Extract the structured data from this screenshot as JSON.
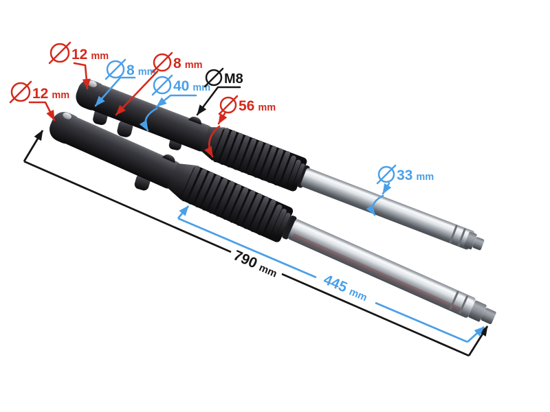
{
  "background": "#ffffff",
  "colors": {
    "callout_red": "#d4291c",
    "callout_blue": "#4a9fe8",
    "callout_black": "#161616",
    "fork_body_dark": "#2a2a2f",
    "chrome_light": "#f3f6f8"
  },
  "callouts": {
    "dia12_top": {
      "symbol": "diameter",
      "value": "12",
      "unit": "mm",
      "color": "#d4291c"
    },
    "dia12_left": {
      "symbol": "diameter",
      "value": "12",
      "unit": "mm",
      "color": "#d4291c"
    },
    "dia8_blue": {
      "symbol": "diameter",
      "value": "8",
      "unit": "mm",
      "color": "#4a9fe8"
    },
    "dia8_red": {
      "symbol": "diameter",
      "value": "8",
      "unit": "mm",
      "color": "#d4291c"
    },
    "dia40": {
      "symbol": "diameter",
      "value": "40",
      "unit": "mm",
      "color": "#4a9fe8"
    },
    "m8": {
      "symbol": "diameter",
      "value": "M8",
      "unit": "",
      "color": "#161616"
    },
    "dia56": {
      "symbol": "diameter",
      "value": "56",
      "unit": "mm",
      "color": "#d4291c"
    },
    "dia33": {
      "symbol": "diameter",
      "value": "33",
      "unit": "mm",
      "color": "#4a9fe8"
    }
  },
  "dimensions": {
    "overall_length": {
      "value": "790",
      "unit": "mm",
      "color": "#161616"
    },
    "chrome_tube_length": {
      "value": "445",
      "unit": "mm",
      "color": "#4a9fe8"
    }
  }
}
